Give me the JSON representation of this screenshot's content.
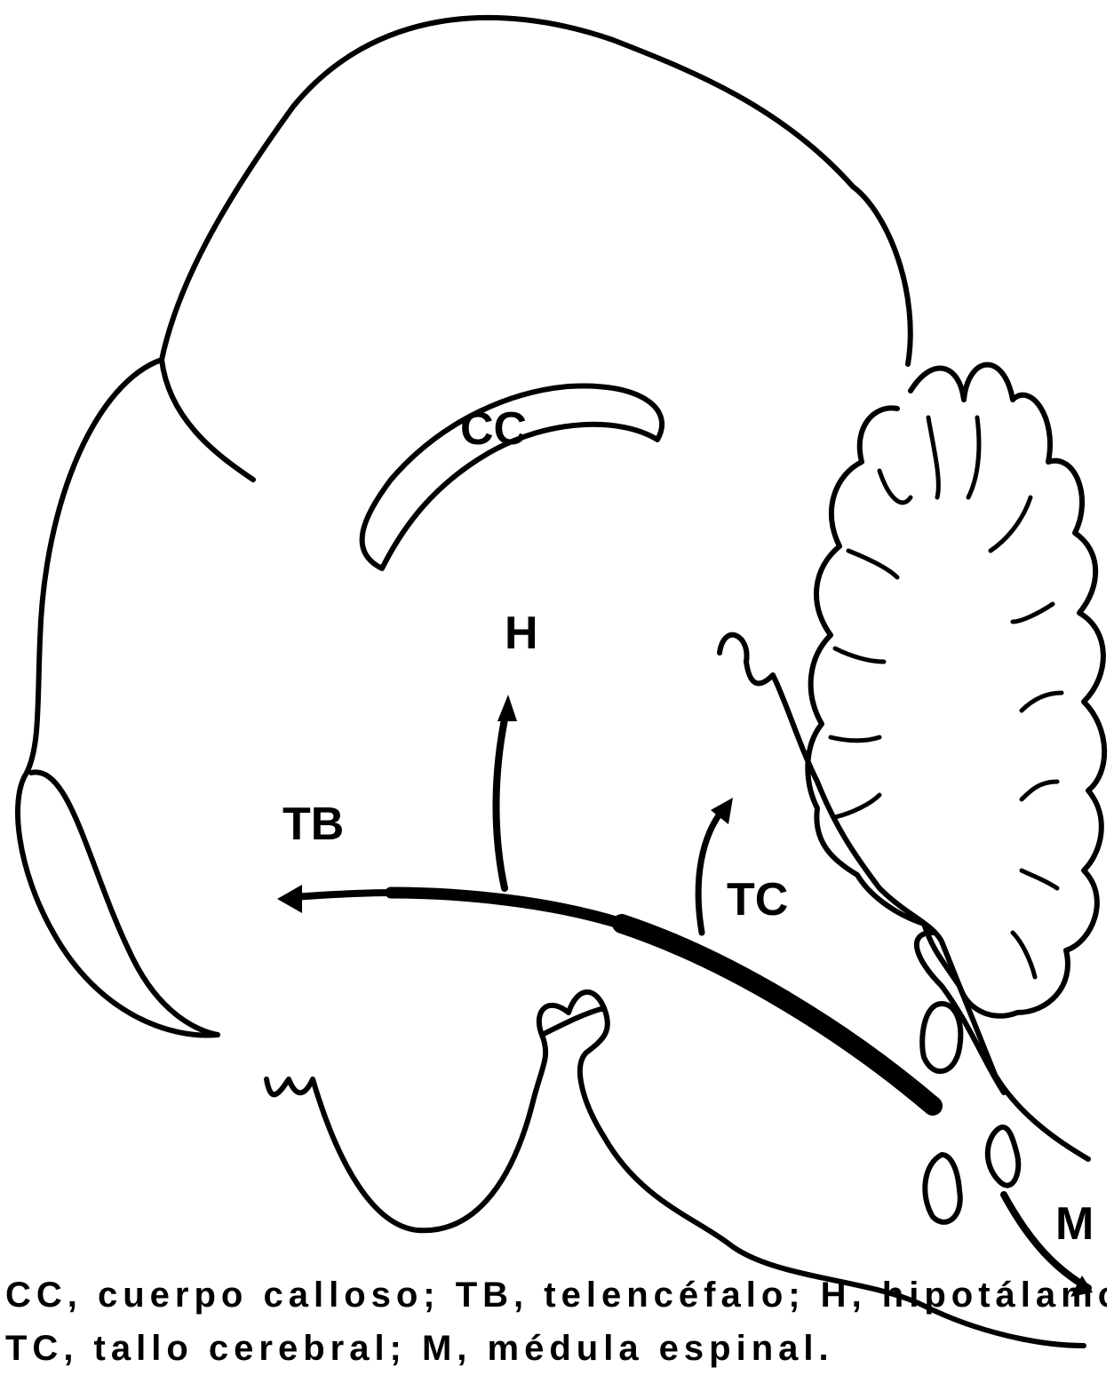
{
  "labels": {
    "cc": "CC",
    "h": "H",
    "tb": "TB",
    "tc": "TC",
    "m": "M"
  },
  "caption": {
    "line1": "CC, cuerpo calloso; TB, telencéfalo; H, hipotálamo;",
    "line2": "TC, tallo cerebral; M, médula espinal."
  }
}
